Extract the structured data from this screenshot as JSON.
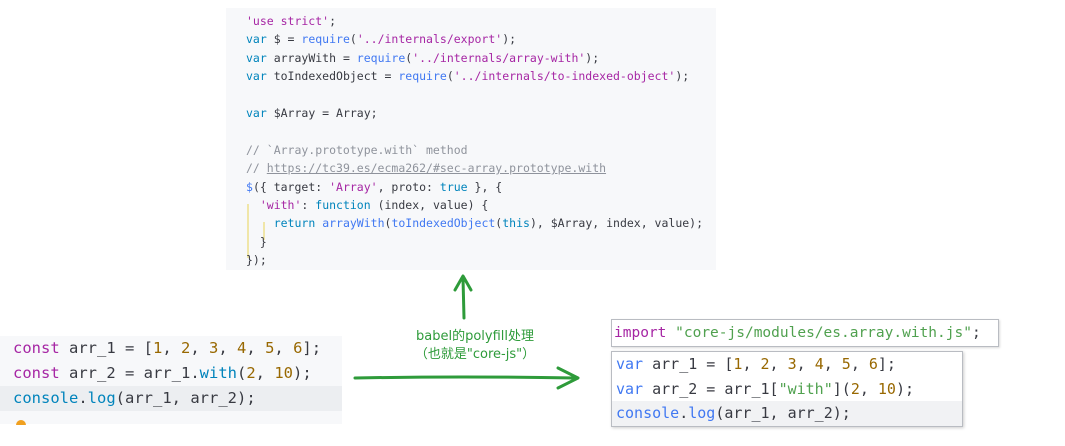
{
  "top_code": {
    "lines": [
      [
        [
          "str",
          "'use strict'"
        ],
        [
          "txt",
          ";"
        ]
      ],
      [
        [
          "kw",
          "var"
        ],
        [
          "txt",
          " $ = "
        ],
        [
          "fn",
          "require"
        ],
        [
          "txt",
          "("
        ],
        [
          "str",
          "'../internals/export'"
        ],
        [
          "txt",
          ");"
        ]
      ],
      [
        [
          "kw",
          "var"
        ],
        [
          "txt",
          " arrayWith = "
        ],
        [
          "fn",
          "require"
        ],
        [
          "txt",
          "("
        ],
        [
          "str",
          "'../internals/array-with'"
        ],
        [
          "txt",
          ");"
        ]
      ],
      [
        [
          "kw",
          "var"
        ],
        [
          "txt",
          " toIndexedObject = "
        ],
        [
          "fn",
          "require"
        ],
        [
          "txt",
          "("
        ],
        [
          "str",
          "'../internals/to-indexed-object'"
        ],
        [
          "txt",
          ");"
        ]
      ],
      [],
      [
        [
          "kw",
          "var"
        ],
        [
          "txt",
          " $Array = Array;"
        ]
      ],
      [],
      [
        [
          "cm",
          "// `Array.prototype.with` method"
        ]
      ],
      [
        [
          "cm",
          "// "
        ],
        [
          "lnk",
          "https://tc39.es/ecma262/#sec-array.prototype.with"
        ]
      ],
      [
        [
          "fn",
          "$"
        ],
        [
          "txt",
          "({ target: "
        ],
        [
          "str",
          "'Array'"
        ],
        [
          "txt",
          ", proto: "
        ],
        [
          "kw",
          "true"
        ],
        [
          "txt",
          " }, {"
        ]
      ],
      [
        [
          "txt",
          "  "
        ],
        [
          "str",
          "'with'"
        ],
        [
          "txt",
          ": "
        ],
        [
          "kw",
          "function"
        ],
        [
          "txt",
          " (index, value) {"
        ]
      ],
      [
        [
          "txt",
          "    "
        ],
        [
          "kw",
          "return"
        ],
        [
          "txt",
          " "
        ],
        [
          "fn",
          "arrayWith"
        ],
        [
          "txt",
          "("
        ],
        [
          "fn",
          "toIndexedObject"
        ],
        [
          "txt",
          "("
        ],
        [
          "kw",
          "this"
        ],
        [
          "txt",
          "), $Array, index, value);"
        ]
      ],
      [
        [
          "txt",
          "  }"
        ]
      ],
      [
        [
          "txt",
          "});"
        ]
      ]
    ]
  },
  "left_code": {
    "lines": [
      [
        [
          "k2",
          "const"
        ],
        [
          "v2",
          " arr_1 = ["
        ],
        [
          "n2",
          "1"
        ],
        [
          "v2",
          ", "
        ],
        [
          "n2",
          "2"
        ],
        [
          "v2",
          ", "
        ],
        [
          "n2",
          "3"
        ],
        [
          "v2",
          ", "
        ],
        [
          "n2",
          "4"
        ],
        [
          "v2",
          ", "
        ],
        [
          "n2",
          "5"
        ],
        [
          "v2",
          ", "
        ],
        [
          "n2",
          "6"
        ],
        [
          "v2",
          "];"
        ]
      ],
      [
        [
          "k2",
          "const"
        ],
        [
          "v2",
          " arr_2 = arr_1."
        ],
        [
          "p2",
          "with"
        ],
        [
          "v2",
          "("
        ],
        [
          "n2",
          "2"
        ],
        [
          "v2",
          ", "
        ],
        [
          "n2",
          "10"
        ],
        [
          "v2",
          ");"
        ]
      ],
      [
        [
          "p2",
          "console"
        ],
        [
          "v2",
          "."
        ],
        [
          "p2",
          "log"
        ],
        [
          "v2",
          "(arr_1, arr_2);"
        ]
      ]
    ]
  },
  "right_import": [
    [
      "ik",
      "import"
    ],
    [
      "rv",
      " "
    ],
    [
      "is",
      "\"core-js/modules/es.array.with.js\""
    ],
    [
      "rv",
      ";"
    ]
  ],
  "right_code": {
    "lines": [
      [
        [
          "rk",
          "var"
        ],
        [
          "rv",
          " arr_1 = ["
        ],
        [
          "rn",
          "1"
        ],
        [
          "rv",
          ", "
        ],
        [
          "rn",
          "2"
        ],
        [
          "rv",
          ", "
        ],
        [
          "rn",
          "3"
        ],
        [
          "rv",
          ", "
        ],
        [
          "rn",
          "4"
        ],
        [
          "rv",
          ", "
        ],
        [
          "rn",
          "5"
        ],
        [
          "rv",
          ", "
        ],
        [
          "rn",
          "6"
        ],
        [
          "rv",
          "];"
        ]
      ],
      [
        [
          "rk",
          "var"
        ],
        [
          "rv",
          " arr_2 = arr_1["
        ],
        [
          "rs",
          "\"with\""
        ],
        [
          "rv",
          "]("
        ],
        [
          "rn",
          "2"
        ],
        [
          "rv",
          ", "
        ],
        [
          "rn",
          "10"
        ],
        [
          "rv",
          ");"
        ]
      ],
      [
        [
          "rk",
          "console"
        ],
        [
          "rv",
          "."
        ],
        [
          "rk",
          "log"
        ],
        [
          "rv",
          "(arr_1, arr_2);"
        ]
      ]
    ]
  },
  "annotation": {
    "line1": "babel的polyfill处理",
    "line2": "（也就是\"core-js\"）"
  },
  "colors": {
    "arrow": "#2e9b3a"
  }
}
